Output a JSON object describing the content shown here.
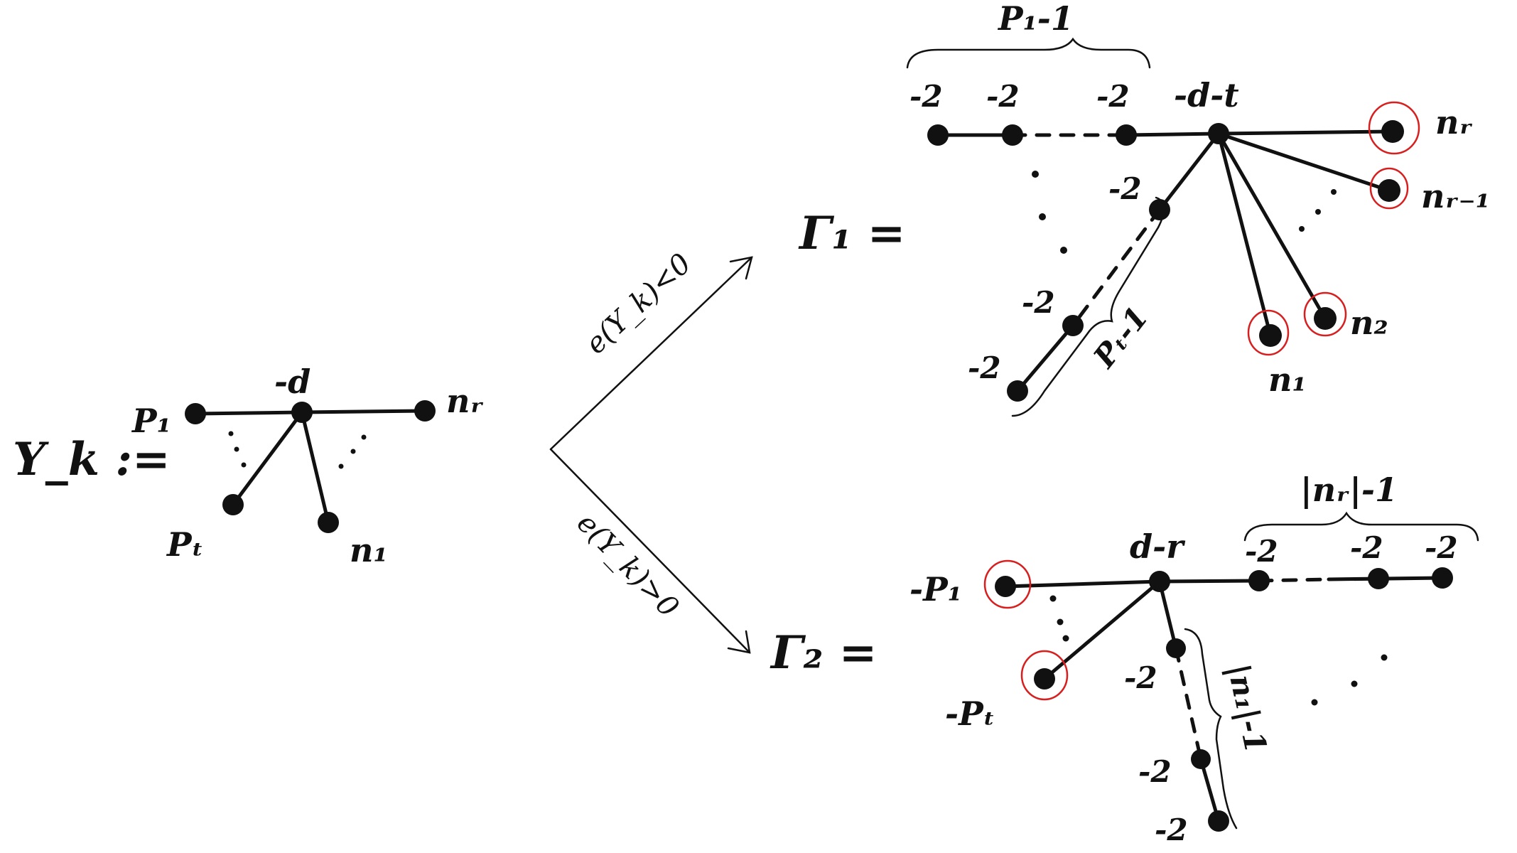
{
  "colors": {
    "ink": "#111111",
    "ring": "#d81f1f"
  },
  "left_graph": {
    "name": "Y_k :=",
    "center_weight": "-d",
    "leaf_top_left": "P₁",
    "leaf_bottom_left": "Pₜ",
    "leaf_top_right": "nᵣ",
    "leaf_bottom_right": "n₁"
  },
  "arrows": {
    "upper_condition": "e(Y_k)<0",
    "lower_condition": "e(Y_k)>0"
  },
  "gamma1": {
    "name": "Γ₁ =",
    "brace_label": "P₁-1",
    "chain_weight": "-2",
    "center_weight": "-d-t",
    "side_brace_label": "Pₜ-1",
    "leaf_nr": "nᵣ",
    "leaf_nr1": "nᵣ₋₁",
    "leaf_n2": "n₂",
    "leaf_n1": "n₁"
  },
  "gamma2": {
    "name": "Γ₂ =",
    "center_weight": "d-r",
    "brace_label": "|nᵣ|-1",
    "chain_weight": "-2",
    "leaf_p1": "-P₁",
    "leaf_pt": "-Pₜ",
    "side_brace_label": "|n₁|-1"
  }
}
